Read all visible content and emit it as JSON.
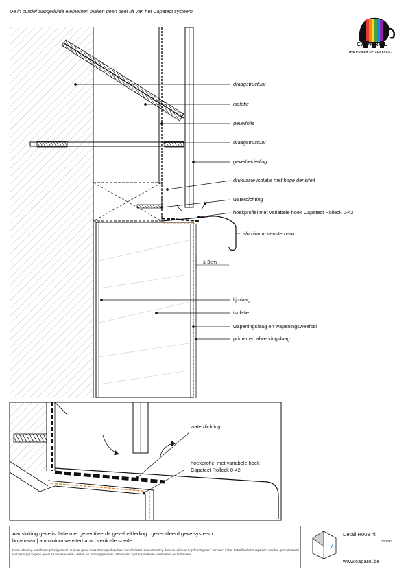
{
  "header": {
    "note": "De in cursief aangeduide elementen maken geen deel uit van het Capatect systeem.",
    "brand_name": "CAPAROL",
    "tagline": "THE POWER OF SURFACE."
  },
  "colors": {
    "line": "#111111",
    "hatch": "#b8b8b8",
    "orange": "#e08a2c"
  },
  "section_labels": {
    "draagstructuur_top": "draagstructuur",
    "isolatie_top": "isolatie",
    "gevelfolie": "gevelfolie",
    "draagstructuur_bottom": "draagstructuur",
    "gevelbekleding": "gevelbekleding",
    "drukvaste_isolatie": "drukvaste isolatie met hoge densiteit",
    "waterdichting": "waterdichting",
    "hoekprofiel": "hoekprofiel met variabele hoek Capatect Rolleck 0-42",
    "vensterbank": "aluminium vensterbank",
    "dimension": "≥ 3cm",
    "lijmlaag": "lijmlaag",
    "isolatie_bottom": "isolatie",
    "wapeningslaag": "wapeningslaag en wapeningsweefsel",
    "primer": "primer en afwerkingslaag"
  },
  "detail_labels": {
    "waterdichting": "waterdichting",
    "hoekprofiel_line1": "hoekprofiel met variabele hoek",
    "hoekprofiel_line2": "Capatect Rolleck 0-42"
  },
  "footer": {
    "title_line1": "Aansluiting gevelisolatie met geventileerde gevelbekleding | geventileerd gevelsysteem",
    "title_line2": "bovenaan | aluminium vensterbank | verticale snede",
    "disclaimer": "Deze tekening betreft een principedetail. In ieder geval moet de toepasbaarheid van dit detail vóór uitvoering door de vakman / opdrachtgever / architect in het betreffende bouwproject worden gecontroleerd. Het vervangt in geen geval de vereiste werk-, detail- en montageplannen. Alle maten zijn ter plaatse te controleren en te bepalen.",
    "detail_id": "Detail H008 nl",
    "date": "10/2023",
    "website": "www.caparol.be"
  }
}
